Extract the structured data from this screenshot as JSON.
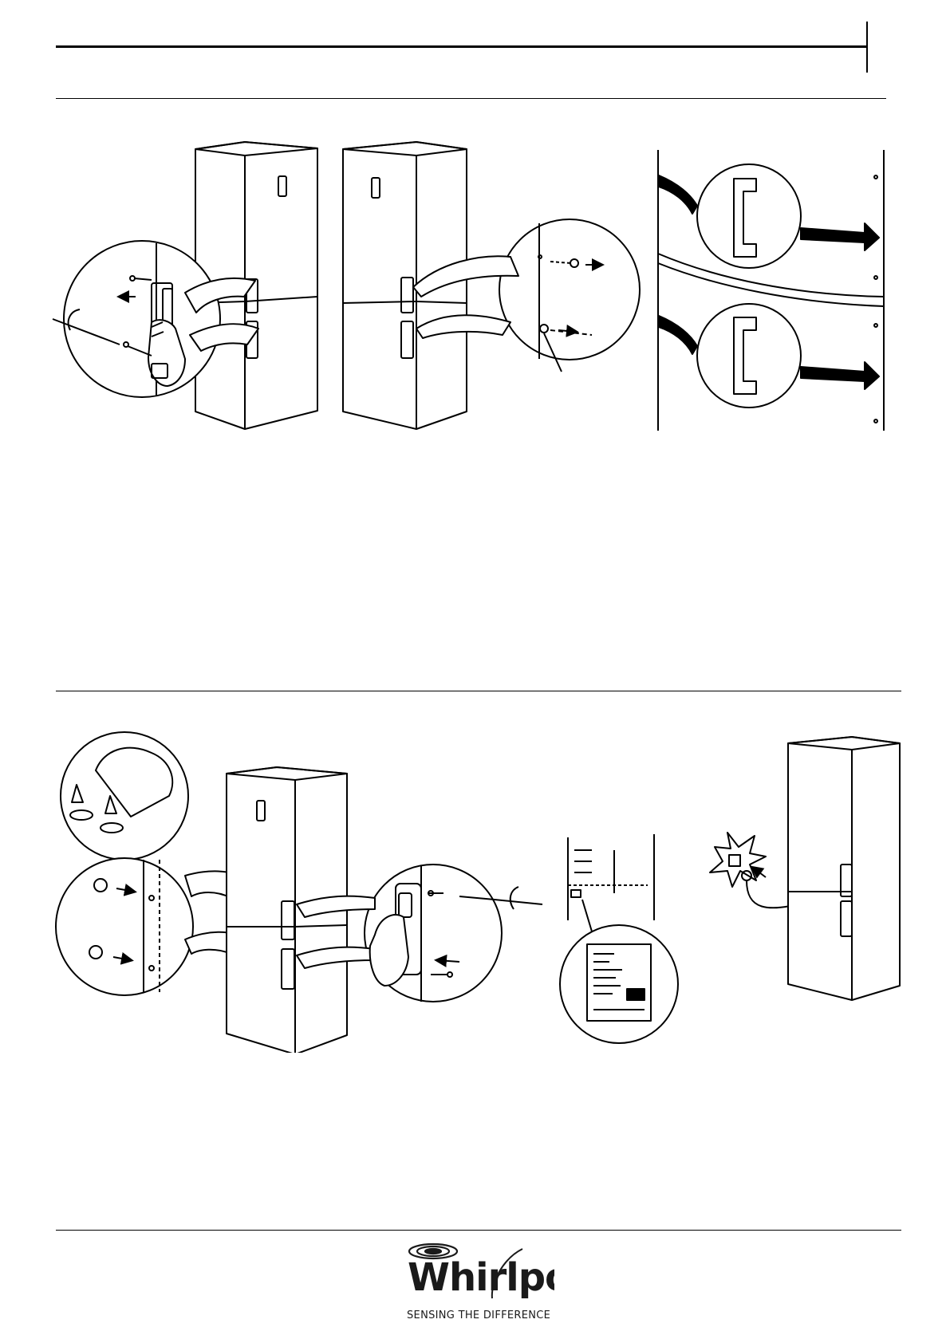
{
  "brand": {
    "name": "Whirlpool",
    "tagline": "SENSING THE DIFFERENCE",
    "logo_icon": "whirlpool-swirl-icon"
  },
  "sections": [
    {
      "name": "handle-reversal-step",
      "figures": [
        "fridge-handle-removal",
        "fridge-hinge-screw-removal",
        "door-handle-transfer"
      ]
    },
    {
      "name": "handle-refit-and-connection-step",
      "figures": [
        "hole-plugs-fitting",
        "handle-fitting",
        "rating-plate-location",
        "power-connection"
      ]
    }
  ],
  "colors": {
    "ink": "#000000",
    "paper": "#ffffff"
  }
}
